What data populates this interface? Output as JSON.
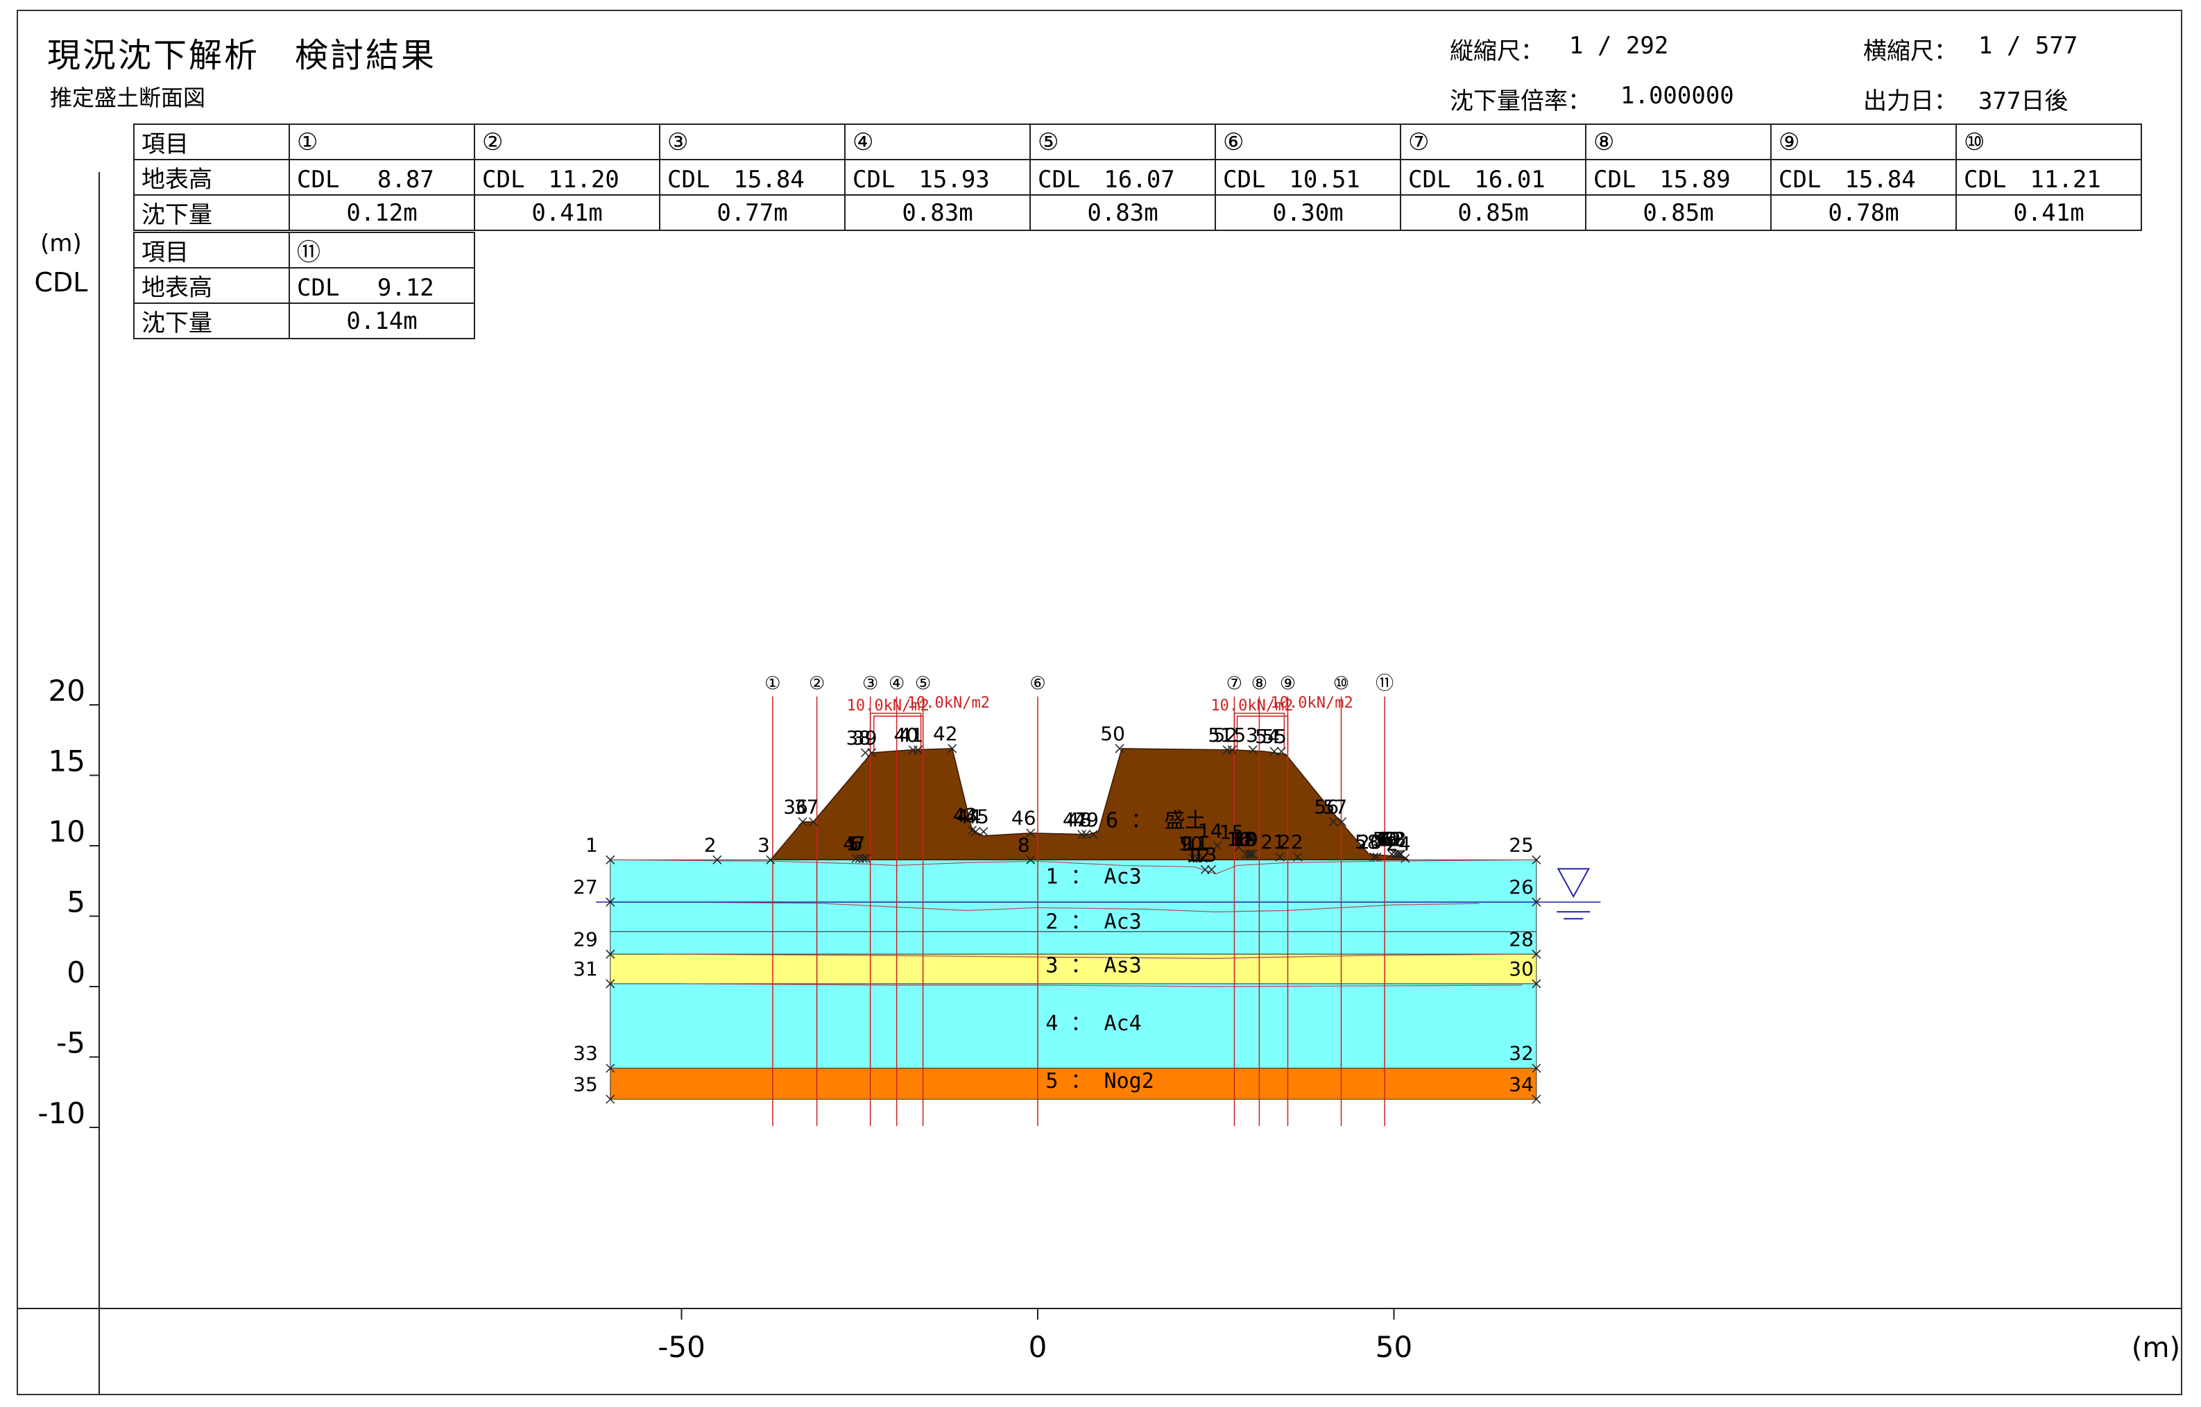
{
  "header": {
    "title": "現況沈下解析　検討結果",
    "subtitle": "推定盛土断面図",
    "vertical_scale_label": "縦縮尺：",
    "vertical_scale_value": "1 / 292",
    "horizontal_scale_label": "横縮尺：",
    "horizontal_scale_value": "1 / 577",
    "settlement_ratio_label": "沈下量倍率：",
    "settlement_ratio_value": "1.000000",
    "output_day_label": "出力日：",
    "output_day_value": "377日後"
  },
  "table": {
    "row_labels": [
      "項目",
      "地表高",
      "沈下量"
    ],
    "points": [
      {
        "id": "①",
        "elev": "CDL　 8.87",
        "settle": "0.12m"
      },
      {
        "id": "②",
        "elev": "CDL　11.20",
        "settle": "0.41m"
      },
      {
        "id": "③",
        "elev": "CDL　15.84",
        "settle": "0.77m"
      },
      {
        "id": "④",
        "elev": "CDL　15.93",
        "settle": "0.83m"
      },
      {
        "id": "⑤",
        "elev": "CDL　16.07",
        "settle": "0.83m"
      },
      {
        "id": "⑥",
        "elev": "CDL　10.51",
        "settle": "0.30m"
      },
      {
        "id": "⑦",
        "elev": "CDL　16.01",
        "settle": "0.85m"
      },
      {
        "id": "⑧",
        "elev": "CDL　15.89",
        "settle": "0.85m"
      },
      {
        "id": "⑨",
        "elev": "CDL　15.84",
        "settle": "0.78m"
      },
      {
        "id": "⑩",
        "elev": "CDL　11.21",
        "settle": "0.41m"
      },
      {
        "id": "⑪",
        "elev": "CDL　 9.12",
        "settle": "0.14m"
      }
    ]
  },
  "axes": {
    "y_unit": "(m)",
    "y_datum": "CDL",
    "y_ticks": [
      20,
      15,
      10,
      5,
      0,
      -5,
      -10
    ],
    "x_ticks": [
      -50,
      0,
      50
    ],
    "x_unit": "(m)"
  },
  "section": {
    "x_range": [
      -60,
      70
    ],
    "y_range": [
      -10,
      22
    ],
    "colors": {
      "embankment": "#7a3a00",
      "clay": "#80ffff",
      "sand": "#ffff80",
      "gravel": "#ff8000",
      "guide": "#cc2222",
      "water": "#2222aa"
    },
    "layers": [
      {
        "name": "1 ： Ac3",
        "color": "clay",
        "top": 9.0,
        "bottom": 3.9,
        "label_x": 5,
        "label_y": 7.9
      },
      {
        "name": "2 ： Ac3",
        "color": "clay",
        "top": 3.9,
        "bottom": 2.3,
        "label_x": 5,
        "label_y": 4.7
      },
      {
        "name": "3 ： As3",
        "color": "sand",
        "top": 2.3,
        "bottom": 0.2,
        "label_x": 5,
        "label_y": 1.6
      },
      {
        "name": "4 ： Ac4",
        "color": "clay",
        "top": 0.2,
        "bottom": -5.8,
        "label_x": 5,
        "label_y": -2.5
      },
      {
        "name": "5 ： Nog2",
        "color": "gravel",
        "top": -5.8,
        "bottom": -8.0,
        "label_x": 5,
        "label_y": -6.6
      }
    ],
    "layer_left_x": -60,
    "layer_right_x": 70,
    "embankment_label": "6 ： 盛土",
    "embankment_label_pos": [
      11.5,
      11.9
    ],
    "embankment_polygon": [
      [
        -37.5,
        9.0
      ],
      [
        -33,
        11.7
      ],
      [
        -31.5,
        11.7
      ],
      [
        -23.3,
        16.6
      ],
      [
        -18,
        16.8
      ],
      [
        -12,
        16.9
      ],
      [
        -9.2,
        11.1
      ],
      [
        -7.6,
        10.7
      ],
      [
        -1,
        10.9
      ],
      [
        7,
        10.8
      ],
      [
        8.5,
        11.0
      ],
      [
        11.8,
        16.9
      ],
      [
        27.8,
        16.8
      ],
      [
        31.8,
        16.7
      ],
      [
        34.8,
        16.5
      ],
      [
        42.5,
        11.7
      ],
      [
        46.5,
        9.4
      ],
      [
        51.5,
        9.2
      ],
      [
        52,
        9.0
      ]
    ],
    "points": [
      {
        "n": "1",
        "x": -60,
        "y": 9.0,
        "side": "left"
      },
      {
        "n": "2",
        "x": -45,
        "y": 9.0
      },
      {
        "n": "3",
        "x": -37.5,
        "y": 9.0
      },
      {
        "n": "25",
        "x": 70,
        "y": 9.0,
        "side": "right"
      },
      {
        "n": "26",
        "x": 70,
        "y": 6.0,
        "side": "right"
      },
      {
        "n": "27",
        "x": -60,
        "y": 6.0,
        "side": "left"
      },
      {
        "n": "28",
        "x": 70,
        "y": 2.3,
        "side": "right"
      },
      {
        "n": "29",
        "x": -60,
        "y": 2.3,
        "side": "left"
      },
      {
        "n": "30",
        "x": 70,
        "y": 0.2,
        "side": "right"
      },
      {
        "n": "31",
        "x": -60,
        "y": 0.2,
        "side": "left"
      },
      {
        "n": "32",
        "x": 70,
        "y": -5.8,
        "side": "right"
      },
      {
        "n": "33",
        "x": -60,
        "y": -5.8,
        "side": "left"
      },
      {
        "n": "34",
        "x": 70,
        "y": -8.0,
        "side": "right"
      },
      {
        "n": "35",
        "x": -60,
        "y": -8.0,
        "side": "left"
      },
      {
        "n": "36",
        "x": -33,
        "y": 11.7
      },
      {
        "n": "37",
        "x": -31.5,
        "y": 11.7
      },
      {
        "n": "38",
        "x": -24.2,
        "y": 16.6
      },
      {
        "n": "39",
        "x": -23.3,
        "y": 16.6
      },
      {
        "n": "40",
        "x": -17.5,
        "y": 16.8
      },
      {
        "n": "41",
        "x": -16.8,
        "y": 16.8
      },
      {
        "n": "42",
        "x": -12,
        "y": 16.9
      },
      {
        "n": "43",
        "x": -9.2,
        "y": 11.1
      },
      {
        "n": "44",
        "x": -8.7,
        "y": 11.0
      },
      {
        "n": "45",
        "x": -7.6,
        "y": 11.0
      },
      {
        "n": "46",
        "x": -1,
        "y": 10.9
      },
      {
        "n": "47",
        "x": 6.2,
        "y": 10.8
      },
      {
        "n": "48",
        "x": 6.8,
        "y": 10.8
      },
      {
        "n": "49",
        "x": 7.8,
        "y": 10.8
      },
      {
        "n": "50",
        "x": 11.5,
        "y": 16.9
      },
      {
        "n": "51",
        "x": 26.6,
        "y": 16.8
      },
      {
        "n": "52",
        "x": 27.3,
        "y": 16.8
      },
      {
        "n": "53",
        "x": 30.2,
        "y": 16.8
      },
      {
        "n": "54",
        "x": 33.2,
        "y": 16.7
      },
      {
        "n": "55",
        "x": 34.2,
        "y": 16.7
      },
      {
        "n": "56",
        "x": 41.5,
        "y": 11.7
      },
      {
        "n": "57",
        "x": 42.7,
        "y": 11.7
      },
      {
        "n": "58",
        "x": 47.2,
        "y": 9.2
      },
      {
        "n": "59",
        "x": 49.7,
        "y": 9.4
      },
      {
        "n": "60",
        "x": 50.2,
        "y": 9.4
      },
      {
        "n": "61",
        "x": 50.5,
        "y": 9.4
      },
      {
        "n": "62",
        "x": 50.8,
        "y": 9.4
      },
      {
        "n": "63",
        "x": 51.0,
        "y": 9.4
      },
      {
        "n": "24",
        "x": 51.6,
        "y": 9.1
      },
      {
        "n": "20",
        "x": 47.6,
        "y": 9.2
      },
      {
        "n": "21",
        "x": 34,
        "y": 9.2
      },
      {
        "n": "22",
        "x": 36.5,
        "y": 9.2
      },
      {
        "n": "4",
        "x": -25.5,
        "y": 9.1
      },
      {
        "n": "5",
        "x": -25.0,
        "y": 9.1
      },
      {
        "n": "6",
        "x": -24.5,
        "y": 9.1
      },
      {
        "n": "7",
        "x": -24.1,
        "y": 9.1
      },
      {
        "n": "8",
        "x": -1,
        "y": 9.0
      },
      {
        "n": "9",
        "x": 21.8,
        "y": 9.1
      },
      {
        "n": "10",
        "x": 22.4,
        "y": 9.1
      },
      {
        "n": "11",
        "x": 23.2,
        "y": 9.1
      },
      {
        "n": "12",
        "x": 23.5,
        "y": 8.3
      },
      {
        "n": "13",
        "x": 24.4,
        "y": 8.3
      },
      {
        "n": "14",
        "x": 25.2,
        "y": 10.0
      },
      {
        "n": "15",
        "x": 28.2,
        "y": 9.9
      },
      {
        "n": "16",
        "x": 29.2,
        "y": 9.4
      },
      {
        "n": "17",
        "x": 29.6,
        "y": 9.4
      },
      {
        "n": "18",
        "x": 29.9,
        "y": 9.4
      },
      {
        "n": "19",
        "x": 30.2,
        "y": 9.4
      }
    ],
    "guides": [
      {
        "id": "①",
        "x": -37.2
      },
      {
        "id": "②",
        "x": -31
      },
      {
        "id": "③",
        "x": -23.5
      },
      {
        "id": "④",
        "x": -19.8
      },
      {
        "id": "⑤",
        "x": -16.1
      },
      {
        "id": "⑥",
        "x": 0
      },
      {
        "id": "⑦",
        "x": 27.6
      },
      {
        "id": "⑧",
        "x": 31.1
      },
      {
        "id": "⑨",
        "x": 35.1
      },
      {
        "id": "⑩",
        "x": 42.6
      },
      {
        "id": "⑪",
        "x": 48.7
      }
    ],
    "loads": [
      {
        "label": "10.0kN/m2",
        "x1": -23.5,
        "x2": -16.4,
        "pos": "left"
      },
      {
        "label": "10.0kN/m2",
        "x1": -23.0,
        "x2": -16.1,
        "pos": "right"
      },
      {
        "label": "10.0kN/m2",
        "x1": 27.6,
        "x2": 34.6,
        "pos": "left"
      },
      {
        "label": "10.0kN/m2",
        "x1": 28.0,
        "x2": 35.1,
        "pos": "right"
      }
    ],
    "water_level": 6.0
  }
}
